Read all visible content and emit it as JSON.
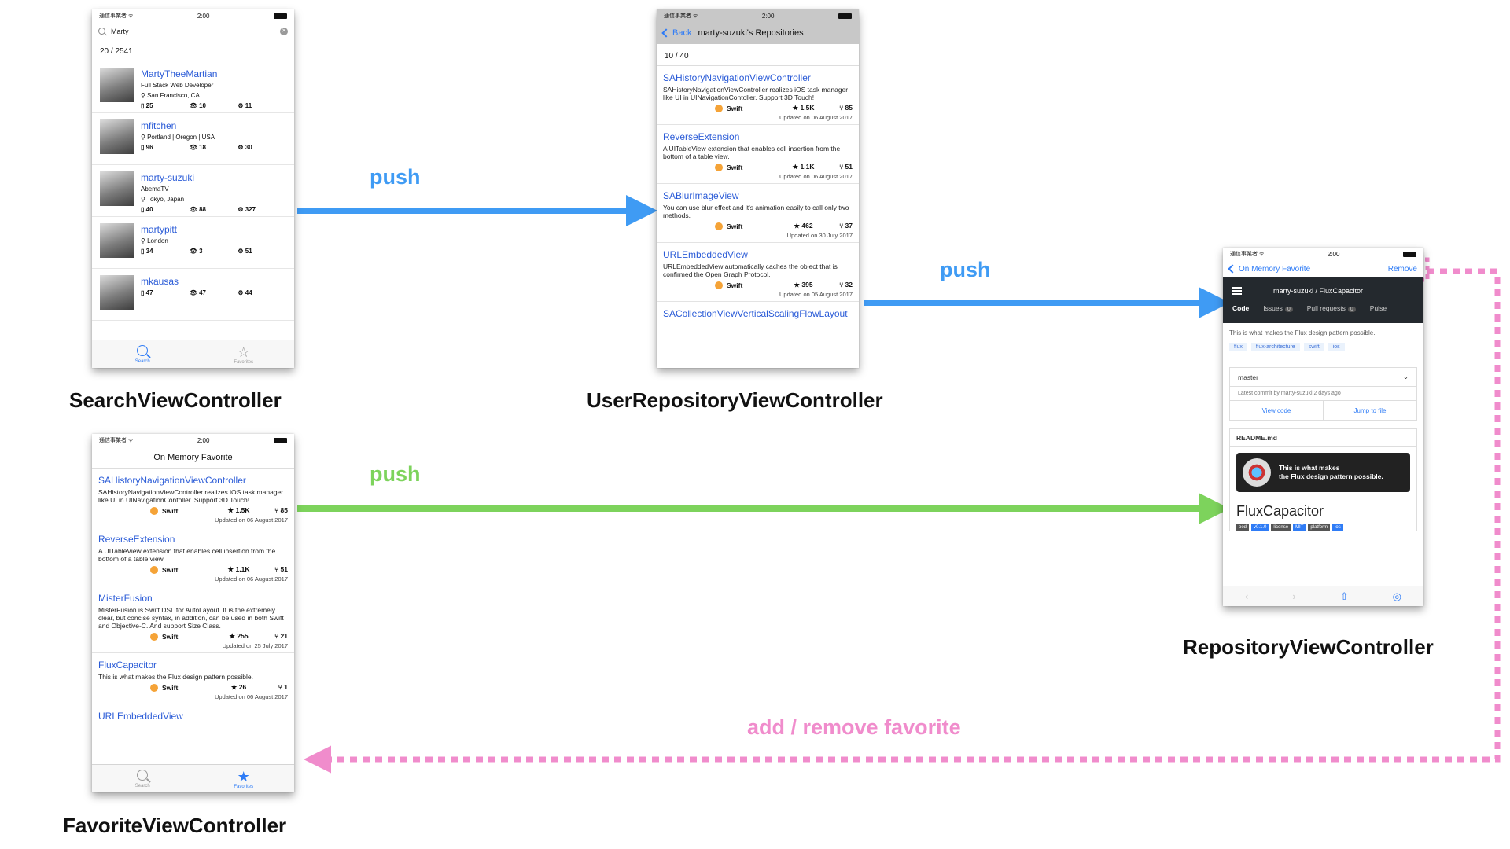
{
  "colors": {
    "push_blue": "#3f9bf4",
    "push_green": "#7dd35c",
    "favorite_pink": "#f08ccc",
    "link_blue": "#2a5bd7",
    "ios_blue": "#2f7cf6"
  },
  "status": {
    "carrier": "通信事業者 ᯤ",
    "time": "2:00"
  },
  "captions": {
    "search": "SearchViewController",
    "user_repo": "UserRepositoryViewController",
    "repository": "RepositoryViewController",
    "favorite": "FavoriteViewController"
  },
  "arrows": {
    "push1": "push",
    "push2": "push",
    "push3": "push",
    "favorite": "add / remove favorite"
  },
  "search_vc": {
    "query": "Marty",
    "count": "20 / 2541",
    "users": [
      {
        "name": "MartyTheeMartian",
        "bio": "Full Stack Web Developer",
        "location": "San Francisco, CA",
        "repos": "25",
        "watchers": "10",
        "gists": "11"
      },
      {
        "name": "mfitchen",
        "bio": "",
        "location": "Portland | Oregon | USA",
        "repos": "96",
        "watchers": "18",
        "gists": "30"
      },
      {
        "name": "marty-suzuki",
        "bio": "AbemaTV",
        "location": "Tokyo, Japan",
        "repos": "40",
        "watchers": "88",
        "gists": "327"
      },
      {
        "name": "martypitt",
        "bio": "",
        "location": "London",
        "repos": "34",
        "watchers": "3",
        "gists": "51"
      },
      {
        "name": "mkausas",
        "bio": "",
        "location": "",
        "repos": "47",
        "watchers": "47",
        "gists": "44"
      }
    ],
    "tabs": {
      "search": "Search",
      "favorites": "Favorites"
    }
  },
  "user_repo_vc": {
    "back": "Back",
    "title": "marty-suzuki's Repositories",
    "count": "10 / 40",
    "repos": [
      {
        "name": "SAHistoryNavigationViewController",
        "desc": "SAHistoryNavigationViewController realizes iOS task manager like UI in UINavigationContoller. Support 3D Touch!",
        "lang": "Swift",
        "stars": "★ 1.5K",
        "forks": "⑂ 85",
        "updated": "Updated on 06 August 2017"
      },
      {
        "name": "ReverseExtension",
        "desc": "A UITableView extension that enables cell insertion from the bottom of a table view.",
        "lang": "Swift",
        "stars": "★ 1.1K",
        "forks": "⑂ 51",
        "updated": "Updated on 06 August 2017"
      },
      {
        "name": "SABlurImageView",
        "desc": "You can use blur effect and it's animation easily to call only two methods.",
        "lang": "Swift",
        "stars": "★ 462",
        "forks": "⑂ 37",
        "updated": "Updated on 30 July 2017"
      },
      {
        "name": "URLEmbeddedView",
        "desc": "URLEmbeddedView automatically caches the object that is confirmed the Open Graph Protocol.",
        "lang": "Swift",
        "stars": "★ 395",
        "forks": "⑂ 32",
        "updated": "Updated on 05 August 2017"
      }
    ],
    "last_name": "SACollectionViewVerticalScalingFlowLayout"
  },
  "repository_vc": {
    "back": "On Memory Favorite",
    "remove": "Remove",
    "repo_path": "marty-suzuki / FluxCapacitor",
    "tabs": {
      "code": "Code",
      "issues": "Issues",
      "issues_count": "0",
      "pulls": "Pull requests",
      "pulls_count": "0",
      "pulse": "Pulse"
    },
    "about": "This is what makes the Flux design pattern possible.",
    "topics": [
      "flux",
      "flux-architecture",
      "swift",
      "ios"
    ],
    "branch": "master",
    "latest_commit": "Latest commit by marty-suzuki 2 days ago",
    "view_code": "View code",
    "jump_to_file": "Jump to file",
    "readme": "README.md",
    "banner_line1": "This is what makes",
    "banner_line2": "the Flux design pattern possible.",
    "readme_title": "FluxCapacitor",
    "shields": [
      "pod",
      "v0.1.0",
      "license",
      "MIT",
      "platform",
      "ios"
    ]
  },
  "favorite_vc": {
    "title": "On Memory Favorite",
    "repos": [
      {
        "name": "SAHistoryNavigationViewController",
        "desc": "SAHistoryNavigationViewController realizes iOS task manager like UI in UINavigationContoller. Support 3D Touch!",
        "lang": "Swift",
        "stars": "★ 1.5K",
        "forks": "⑂ 85",
        "updated": "Updated on 06 August 2017"
      },
      {
        "name": "ReverseExtension",
        "desc": "A UITableView extension that enables cell insertion from the bottom of a table view.",
        "lang": "Swift",
        "stars": "★ 1.1K",
        "forks": "⑂ 51",
        "updated": "Updated on 06 August 2017"
      },
      {
        "name": "MisterFusion",
        "desc": "MisterFusion is Swift DSL for AutoLayout. It is the extremely clear, but concise syntax, in addition, can be used in both Swift and Objective-C. And support Size Class.",
        "lang": "Swift",
        "stars": "★ 255",
        "forks": "⑂ 21",
        "updated": "Updated on 25 July 2017"
      },
      {
        "name": "FluxCapacitor",
        "desc": "This is what makes the Flux design pattern possible.",
        "lang": "Swift",
        "stars": "★ 26",
        "forks": "⑂ 1",
        "updated": "Updated on 06 August 2017"
      }
    ],
    "last_name": "URLEmbeddedView",
    "tabs": {
      "search": "Search",
      "favorites": "Favorites"
    }
  }
}
